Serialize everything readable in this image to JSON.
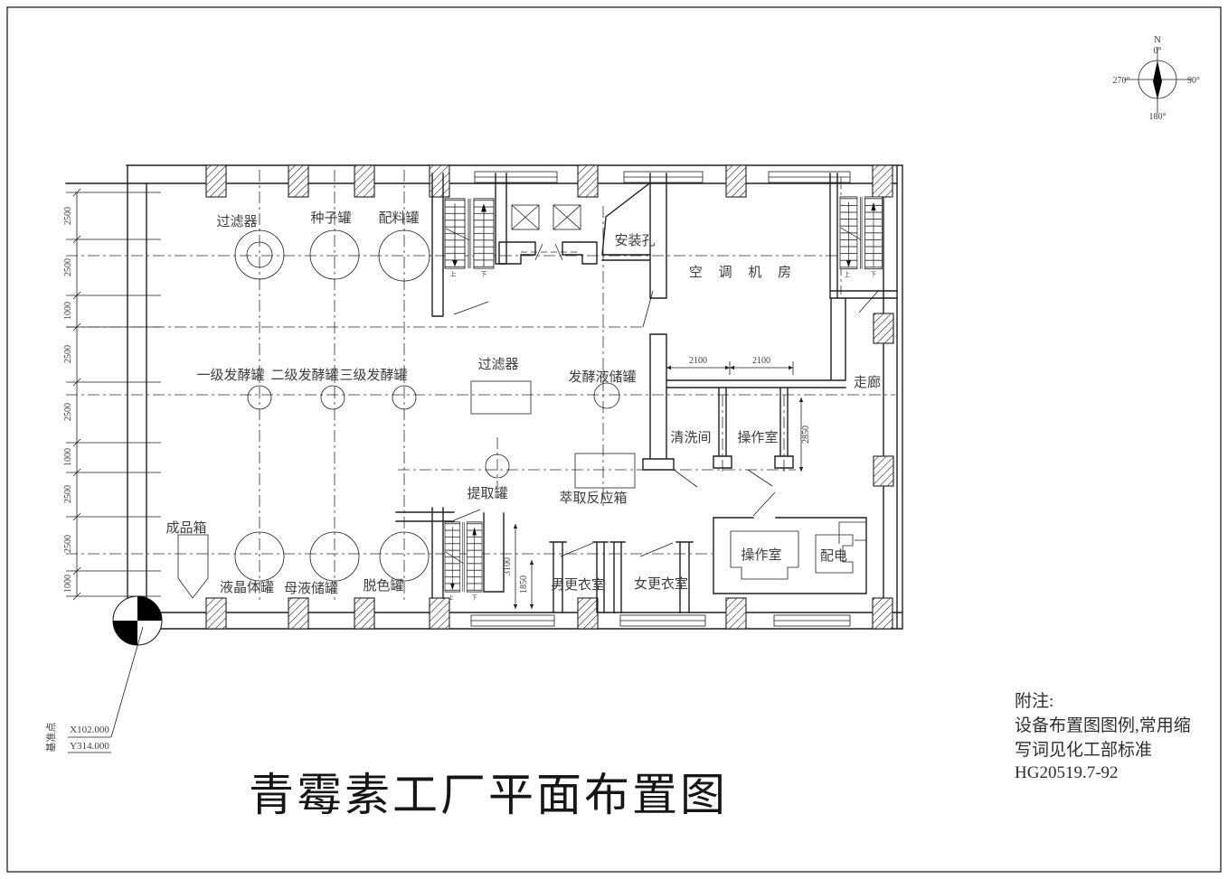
{
  "title": "青霉素工厂平面布置图",
  "notes": {
    "heading": "附注:",
    "line1": "设备布置图图例,常用缩",
    "line2": "写词见化工部标准",
    "line3": "HG20519.7-92"
  },
  "compass": {
    "n": "N",
    "d0": "0°",
    "d90": "90°",
    "d180": "180°",
    "d270": "270°"
  },
  "datum": {
    "label": "基准点",
    "x_coord": "X102.000",
    "y_coord": "Y314.000"
  },
  "equipment": {
    "filter_top": "过滤器",
    "seed_tank": "种子罐",
    "batch_tank": "配料罐",
    "ferm1": "一级发酵罐",
    "ferm2": "二级发酵罐",
    "ferm3": "三级发酵罐",
    "filter_mid": "过滤器",
    "broth_tank": "发酵液储罐",
    "extract_tank": "提取罐",
    "extract_box": "萃取反应箱",
    "product_box": "成品箱",
    "crystal_tank": "液晶体罐",
    "mother_tank": "母液储罐",
    "decolor_tank": "脱色罐"
  },
  "rooms": {
    "install_hole": "安装孔",
    "hvac": "空 调 机 房",
    "corridor": "走廊",
    "wash_room": "清洗间",
    "op_room_upper": "操作室",
    "men_locker": "男更衣室",
    "women_locker": "女更衣室",
    "op_room_lower": "操作室",
    "power_room": "配电"
  },
  "stair": {
    "up": "上",
    "down": "下"
  },
  "dims": {
    "chain": [
      "2500",
      "2500",
      "1000",
      "2500",
      "2500",
      "1000",
      "2500",
      "2500",
      "1000"
    ],
    "w1": "2100",
    "w2": "2100",
    "h1": "2850",
    "h2": "3100",
    "h3": "1850"
  }
}
